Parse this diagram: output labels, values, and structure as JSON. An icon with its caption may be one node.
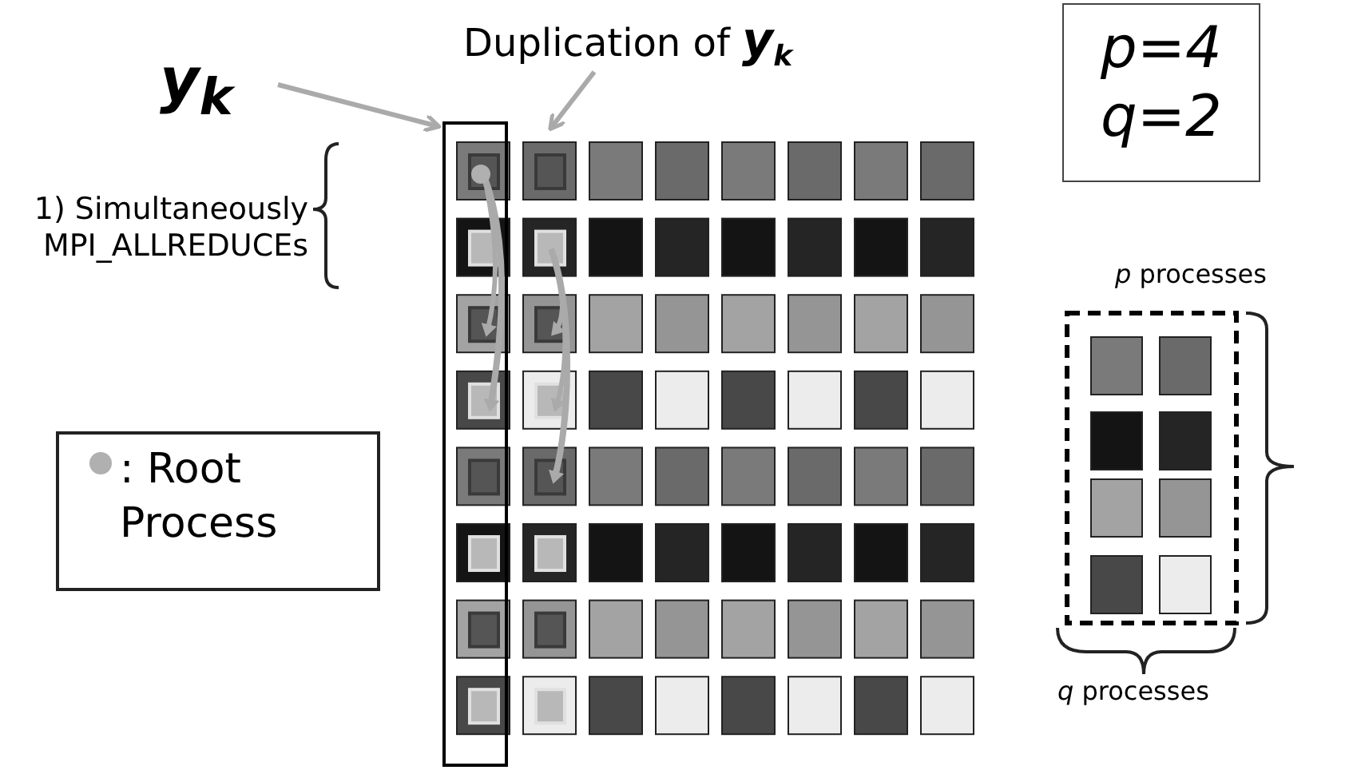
{
  "diagram": {
    "nodes": [
      {
        "text": [
          "y$_{k}$"
        ]
      },
      {
        "text": [],
        "shape": "box"
      },
      {
        "text": [
          "Duplication of y$_{k}$"
        ]
      },
      {
        "text": [
          "1) Simultaneously MPI_ALLREDUCEs"
        ]
      },
      {
        "text": [
          "p=4 q=2"
        ]
      }
    ],
    "edges": [
      {
        "from": 0,
        "to": 1,
        "arrow": "to"
      },
      {
        "from": 2,
        "to": null,
        "arrow": "to"
      }
    ],
    "labels": [
      "*p* processes",
      "*q* processes"
    ],
    "legend": [
      {
        "text": ": Root Process"
      }
    ]
  }
}
